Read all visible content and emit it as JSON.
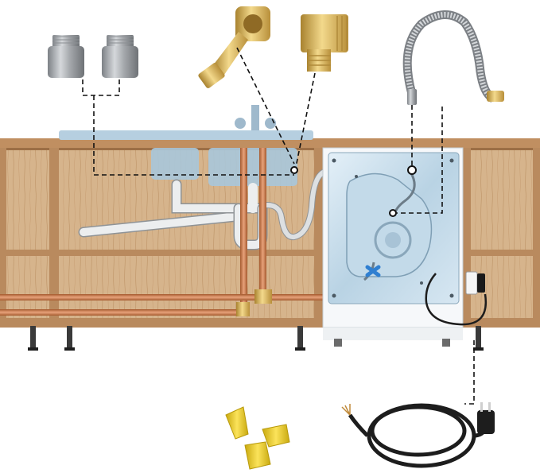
{
  "scene": {
    "kind": "dishwasher installation kit illustration",
    "colors": {
      "cabinet_wood": "#c9a27a",
      "cabinet_panel": "#d8b891",
      "countertop": "#b9865a",
      "copper_pipe": "#c8794a",
      "brass": "#d9b25c",
      "steel": "#a9acb0",
      "dishwasher_glass": "#cfe3f0",
      "wire_nut": "#f2d12a",
      "power_cord": "#1d1d1d",
      "dashed_line": "#111111"
    },
    "kit_parts": [
      {
        "name": "adapter-fitting-left"
      },
      {
        "name": "adapter-fitting-right"
      },
      {
        "name": "brass-elbow-90-swivel"
      },
      {
        "name": "brass-elbow-90-male"
      },
      {
        "name": "braided-supply-hose"
      },
      {
        "name": "wire-nuts"
      },
      {
        "name": "power-cord"
      }
    ]
  }
}
